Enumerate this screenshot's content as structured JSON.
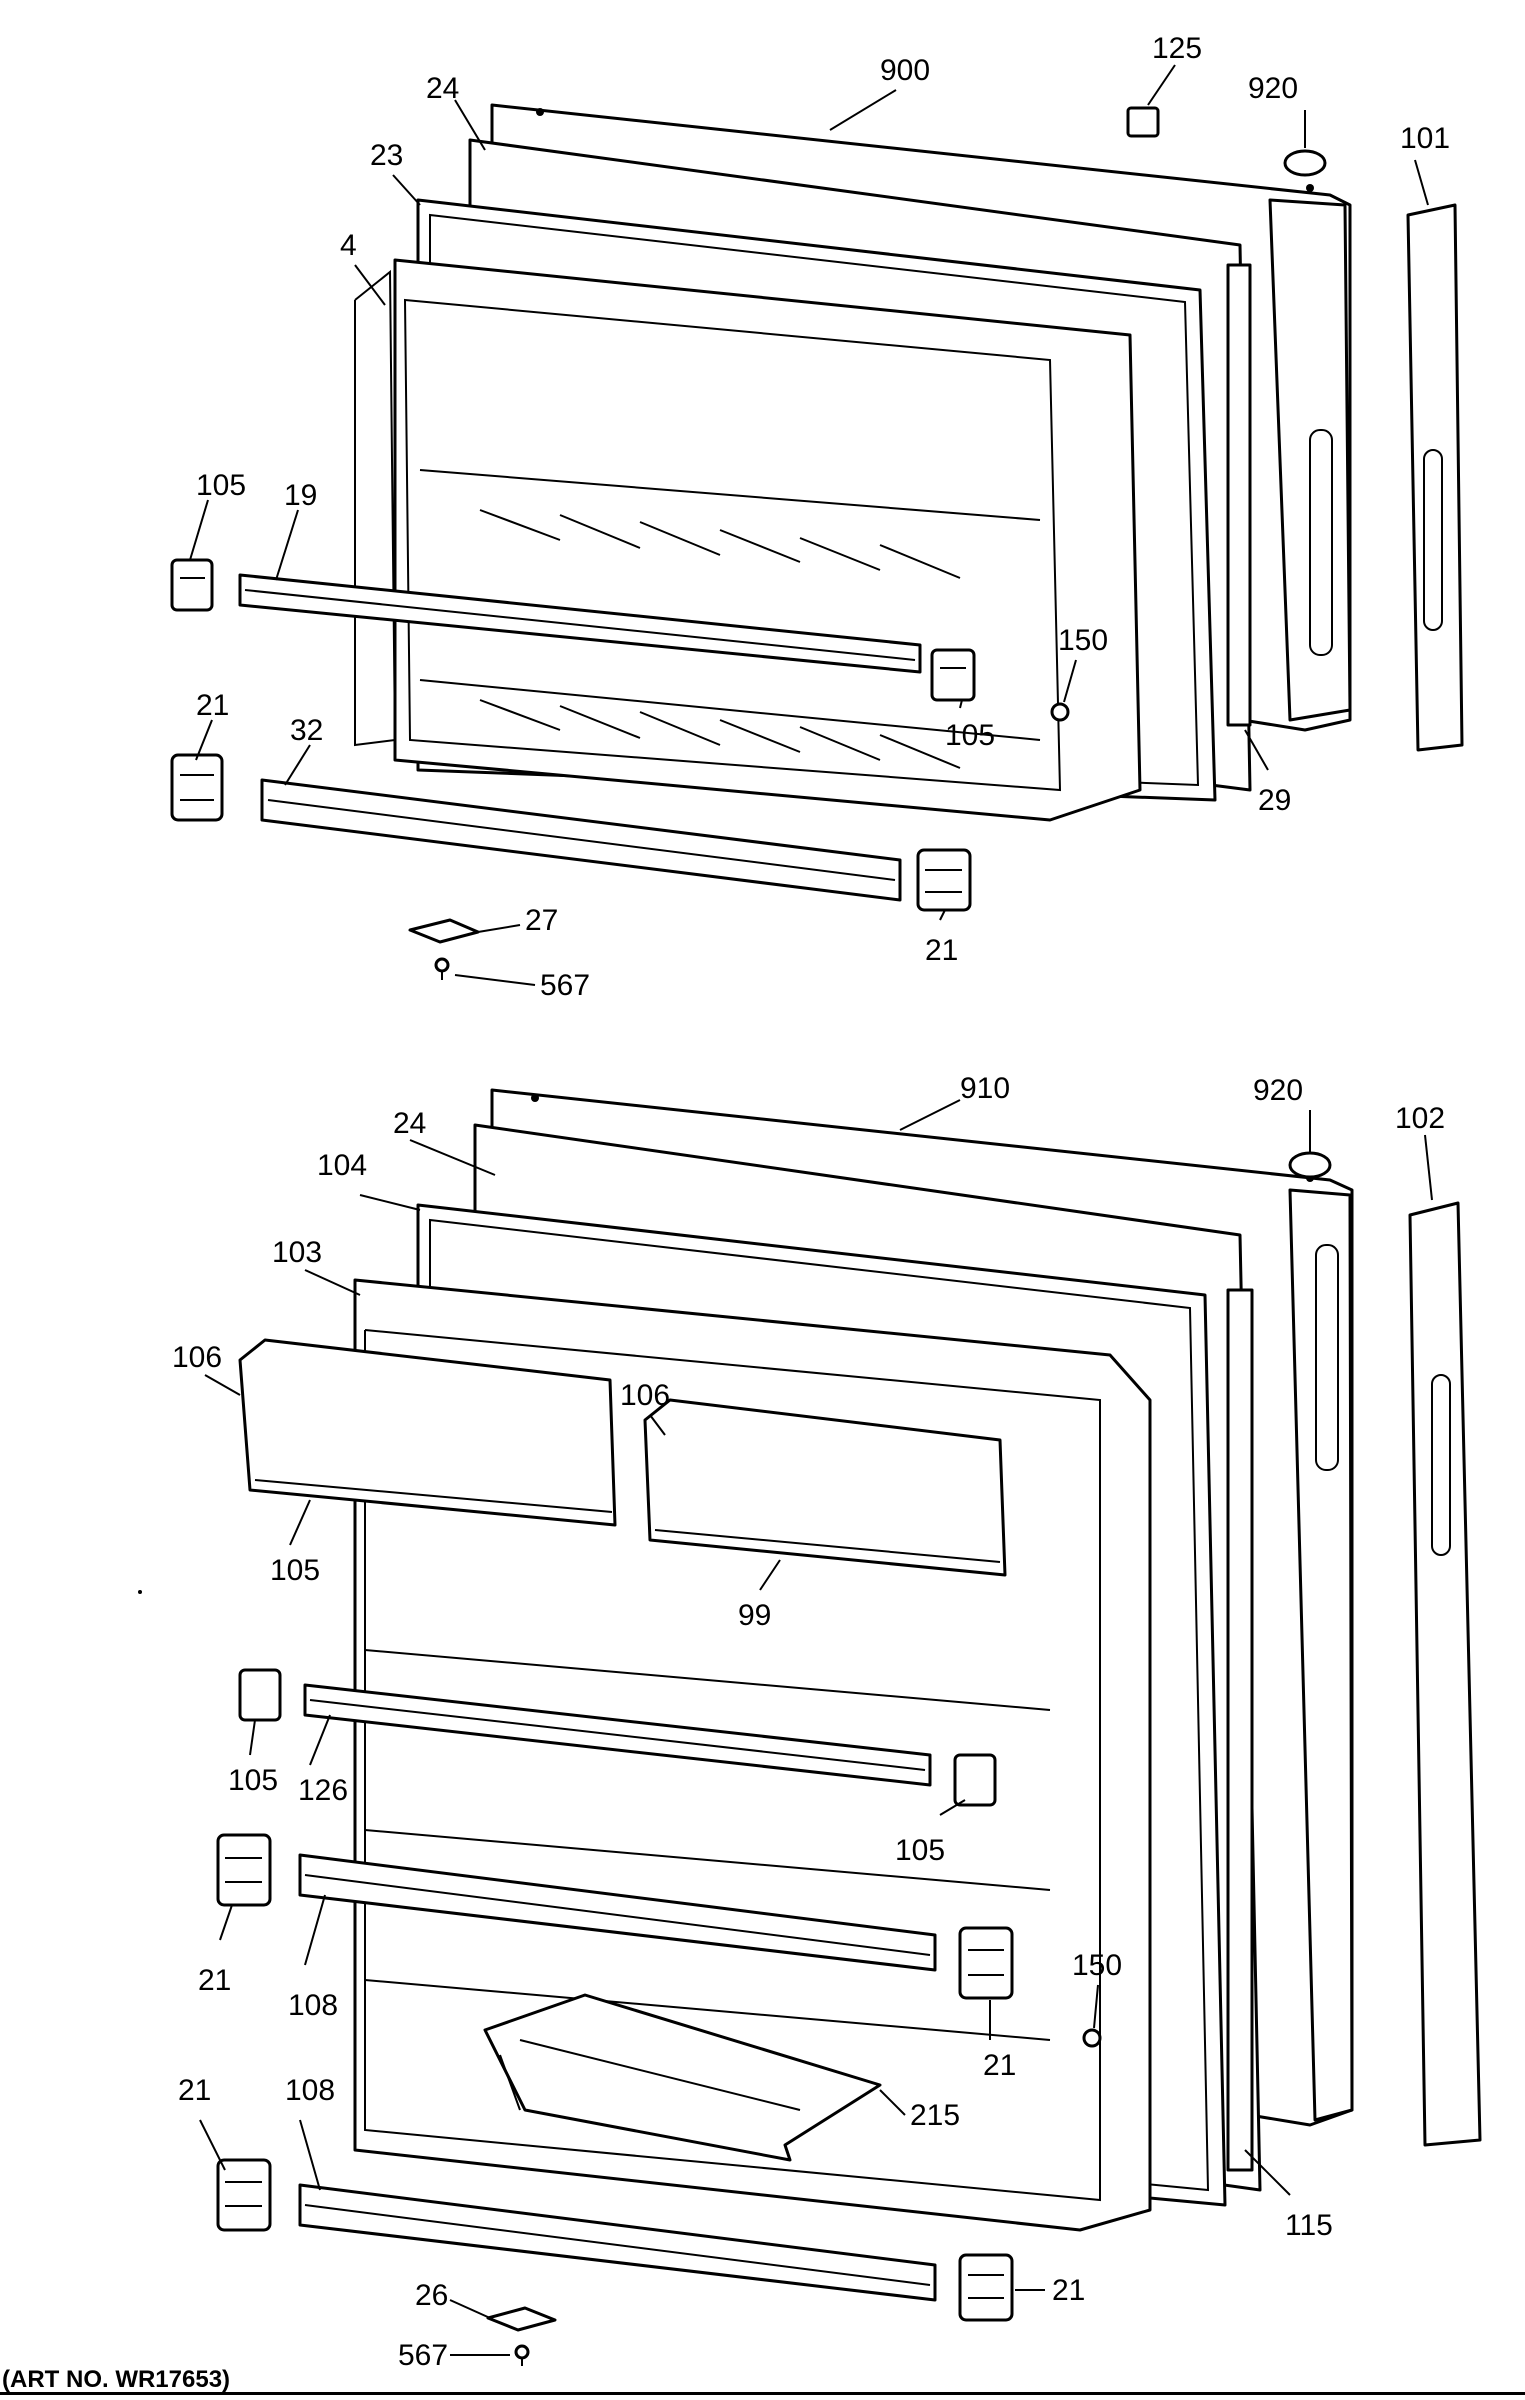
{
  "caption": "(ART NO. WR17653)",
  "upper_door": {
    "labels": {
      "outer_door_panel": "900",
      "spacer": "125",
      "plug_top": "920",
      "handle_trim": "101",
      "gasket_24": "24",
      "gasket_23": "23",
      "door_liner": "4",
      "shelf_support_left": "105",
      "shelf_bar": "19",
      "stop_150": "150",
      "shelf_support_right": "105",
      "bracket_left_21": "21",
      "shelf_bar_32": "32",
      "trim_29": "29",
      "hinge_plate": "27",
      "screw": "567",
      "bracket_right_21": "21"
    }
  },
  "lower_door": {
    "labels": {
      "outer_door_panel": "910",
      "plug_top": "920",
      "handle_trim": "102",
      "gasket_24": "24",
      "gasket_104": "104",
      "door_liner": "103",
      "dairy_door_left": "106",
      "dairy_door_right": "106",
      "support_105_dairy": "105",
      "dairy_bin": "99",
      "support_105_left": "105",
      "shelf_bar_126": "126",
      "support_105_right": "105",
      "bracket_21_left_upper": "21",
      "shelf_bar_108_upper": "108",
      "stop_150": "150",
      "bracket_21_right_upper": "21",
      "bottle_bin": "215",
      "bracket_21_left_lower": "21",
      "shelf_bar_108_lower": "108",
      "trim_115": "115",
      "hinge_plate": "26",
      "screw": "567",
      "bracket_21_right_lower": "21"
    }
  }
}
